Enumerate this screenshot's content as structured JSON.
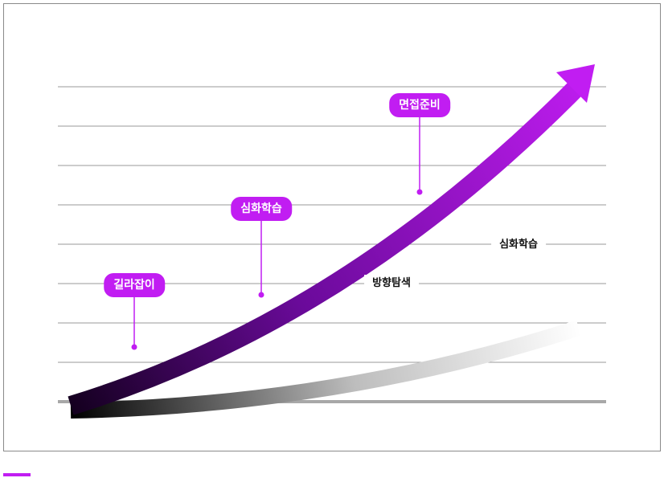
{
  "colors": {
    "accent": "#c11df2",
    "arrow_dark": "#14001f",
    "arrow_light": "#b51ef2",
    "baseline": "#a8a8a8",
    "gridline": "#9a9a9a"
  },
  "upper_track": {
    "milestones": [
      {
        "label": "길라잡이"
      },
      {
        "label": "심화학습"
      },
      {
        "label": "면접준비"
      }
    ]
  },
  "lower_track": {
    "milestones": [
      {
        "label": "방향탐색"
      },
      {
        "label": "심화학습"
      }
    ]
  }
}
